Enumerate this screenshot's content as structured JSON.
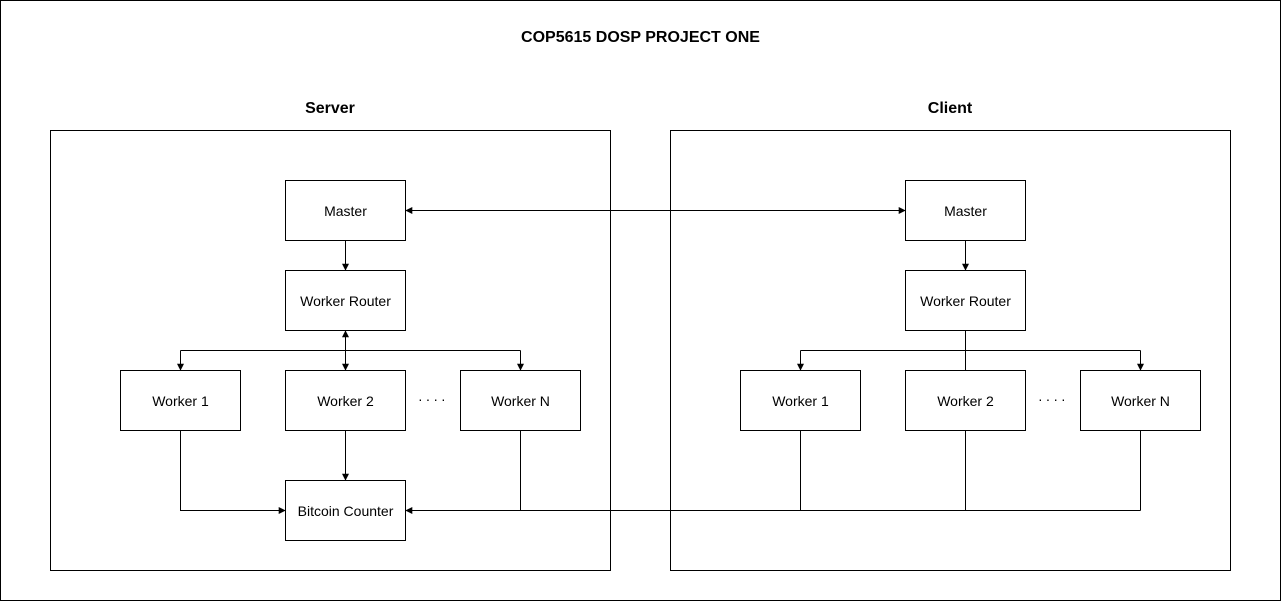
{
  "title": "COP5615 DOSP PROJECT ONE",
  "server": {
    "label": "Server",
    "master": "Master",
    "router": "Worker Router",
    "worker1": "Worker 1",
    "worker2": "Worker 2",
    "ellipsis": "····",
    "workerN": "Worker N",
    "counter": "Bitcoin Counter"
  },
  "client": {
    "label": "Client",
    "master": "Master",
    "router": "Worker Router",
    "worker1": "Worker 1",
    "worker2": "Worker 2",
    "ellipsis": "····",
    "workerN": "Worker N"
  },
  "colors": {
    "stroke": "#000000",
    "background": "#ffffff"
  }
}
